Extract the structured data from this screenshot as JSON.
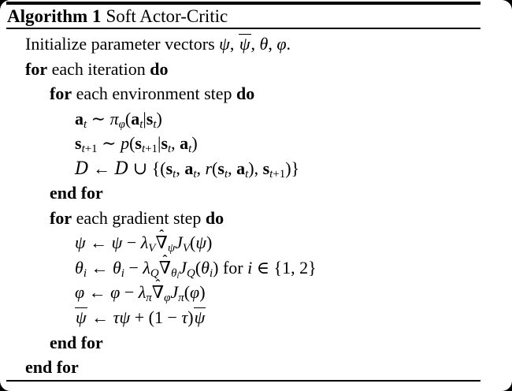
{
  "colors": {
    "text": "#000000",
    "page_background": "#ffffff",
    "outer_corner_background": "#000000",
    "rule_color": "#000000"
  },
  "header": {
    "label_bold": "Algorithm 1",
    "label_rest": "Soft Actor-Critic"
  },
  "algorithm": {
    "lines": [
      {
        "indent": 0,
        "tokens": [
          {
            "t": "Initialize parameter vectors "
          },
          {
            "i": "ψ"
          },
          {
            "t": ", "
          },
          {
            "bar": [
              {
                "i": "ψ"
              }
            ]
          },
          {
            "t": ", "
          },
          {
            "i": "θ"
          },
          {
            "t": ", "
          },
          {
            "i": "φ"
          },
          {
            "t": "."
          }
        ]
      },
      {
        "indent": 0,
        "tokens": [
          {
            "k": "for"
          },
          {
            "t": " each iteration "
          },
          {
            "k": "do"
          }
        ]
      },
      {
        "indent": 1,
        "tokens": [
          {
            "k": "for"
          },
          {
            "t": " each environment step "
          },
          {
            "k": "do"
          }
        ]
      },
      {
        "indent": 2,
        "tokens": [
          {
            "b": "a"
          },
          {
            "sub": [
              {
                "i": "t"
              }
            ]
          },
          {
            "t": " ∼ "
          },
          {
            "i": "π"
          },
          {
            "sub": [
              {
                "i": "φ"
              }
            ]
          },
          {
            "t": "("
          },
          {
            "b": "a"
          },
          {
            "sub": [
              {
                "i": "t"
              }
            ]
          },
          {
            "t": "|"
          },
          {
            "b": "s"
          },
          {
            "sub": [
              {
                "i": "t"
              }
            ]
          },
          {
            "t": ")"
          }
        ]
      },
      {
        "indent": 2,
        "tokens": [
          {
            "b": "s"
          },
          {
            "sub": [
              {
                "i": "t"
              },
              {
                "t": "+1"
              }
            ]
          },
          {
            "t": " ∼ "
          },
          {
            "i": "p"
          },
          {
            "t": "("
          },
          {
            "b": "s"
          },
          {
            "sub": [
              {
                "i": "t"
              },
              {
                "t": "+1"
              }
            ]
          },
          {
            "t": "|"
          },
          {
            "b": "s"
          },
          {
            "sub": [
              {
                "i": "t"
              }
            ]
          },
          {
            "t": ", "
          },
          {
            "b": "a"
          },
          {
            "sub": [
              {
                "i": "t"
              }
            ]
          },
          {
            "t": ")"
          }
        ]
      },
      {
        "indent": 2,
        "tokens": [
          {
            "d": "D"
          },
          {
            "t": " ← "
          },
          {
            "d": "D"
          },
          {
            "t": " ∪ {("
          },
          {
            "b": "s"
          },
          {
            "sub": [
              {
                "i": "t"
              }
            ]
          },
          {
            "t": ", "
          },
          {
            "b": "a"
          },
          {
            "sub": [
              {
                "i": "t"
              }
            ]
          },
          {
            "t": ", "
          },
          {
            "i": "r"
          },
          {
            "t": "("
          },
          {
            "b": "s"
          },
          {
            "sub": [
              {
                "i": "t"
              }
            ]
          },
          {
            "t": ", "
          },
          {
            "b": "a"
          },
          {
            "sub": [
              {
                "i": "t"
              }
            ]
          },
          {
            "t": "), "
          },
          {
            "b": "s"
          },
          {
            "sub": [
              {
                "i": "t"
              },
              {
                "t": "+1"
              }
            ]
          },
          {
            "t": ")}"
          }
        ]
      },
      {
        "indent": 1,
        "tokens": [
          {
            "k": "end for"
          }
        ]
      },
      {
        "indent": 1,
        "tokens": [
          {
            "k": "for"
          },
          {
            "t": " each gradient step "
          },
          {
            "k": "do"
          }
        ]
      },
      {
        "indent": 2,
        "tokens": [
          {
            "i": "ψ"
          },
          {
            "t": " ← "
          },
          {
            "i": "ψ"
          },
          {
            "t": " − "
          },
          {
            "i": "λ"
          },
          {
            "sub": [
              {
                "i": "V"
              }
            ]
          },
          {
            "hat": "∇",
            "mark": "ˆ"
          },
          {
            "sub": [
              {
                "i": "ψ"
              }
            ]
          },
          {
            "i": "J"
          },
          {
            "sub": [
              {
                "i": "V"
              }
            ]
          },
          {
            "t": "("
          },
          {
            "i": "ψ"
          },
          {
            "t": ")"
          }
        ]
      },
      {
        "indent": 2,
        "tokens": [
          {
            "i": "θ"
          },
          {
            "sub": [
              {
                "i": "i"
              }
            ]
          },
          {
            "t": " ← "
          },
          {
            "i": "θ"
          },
          {
            "sub": [
              {
                "i": "i"
              }
            ]
          },
          {
            "t": " − "
          },
          {
            "i": "λ"
          },
          {
            "sub": [
              {
                "i": "Q"
              }
            ]
          },
          {
            "hat": "∇",
            "mark": "ˆ"
          },
          {
            "sub": [
              {
                "i": "θ"
              },
              {
                "sub": [
                  {
                    "i": "i"
                  }
                ]
              }
            ]
          },
          {
            "i": "J"
          },
          {
            "sub": [
              {
                "i": "Q"
              }
            ]
          },
          {
            "t": "("
          },
          {
            "i": "θ"
          },
          {
            "sub": [
              {
                "i": "i"
              }
            ]
          },
          {
            "t": ") for "
          },
          {
            "i": "i"
          },
          {
            "t": " ∈ {1, 2}"
          }
        ]
      },
      {
        "indent": 2,
        "tokens": [
          {
            "i": "φ"
          },
          {
            "t": " ← "
          },
          {
            "i": "φ"
          },
          {
            "t": " − "
          },
          {
            "i": "λ"
          },
          {
            "sub": [
              {
                "i": "π"
              }
            ]
          },
          {
            "hat": "∇",
            "mark": "ˆ"
          },
          {
            "sub": [
              {
                "i": "φ"
              }
            ]
          },
          {
            "i": "J"
          },
          {
            "sub": [
              {
                "i": "π"
              }
            ]
          },
          {
            "t": "("
          },
          {
            "i": "φ"
          },
          {
            "t": ")"
          }
        ]
      },
      {
        "indent": 2,
        "tokens": [
          {
            "bar": [
              {
                "i": "ψ"
              }
            ]
          },
          {
            "t": " ← "
          },
          {
            "i": "τ"
          },
          {
            "i": "ψ"
          },
          {
            "t": " + (1 − "
          },
          {
            "i": "τ"
          },
          {
            "t": ")"
          },
          {
            "bar": [
              {
                "i": "ψ"
              }
            ]
          }
        ]
      },
      {
        "indent": 1,
        "tokens": [
          {
            "k": "end for"
          }
        ]
      },
      {
        "indent": 0,
        "tokens": [
          {
            "k": "end for"
          }
        ]
      }
    ]
  }
}
